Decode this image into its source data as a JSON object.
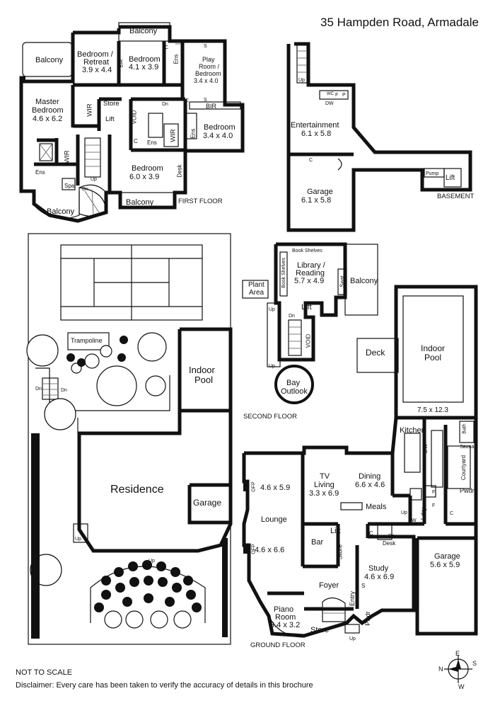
{
  "header": {
    "address": "35 Hampden Road, Armadale"
  },
  "floors": {
    "first": "FIRST FLOOR",
    "basement": "BASEMENT",
    "second": "SECOND FLOOR",
    "ground": "GROUND FLOOR"
  },
  "first_floor_rooms": {
    "balcony_top": "Balcony",
    "balcony_left": "Balcony",
    "bedroom_retreat": "Bedroom /",
    "bedroom_retreat_2": "Retreat",
    "bedroom_retreat_size": "3.9 x 4.4",
    "bedroom_a": "Bedroom",
    "bedroom_a_size": "4.1 x 3.9",
    "play_room": "Play",
    "play_room_2": "Room /",
    "play_room_3": "Bedroom",
    "play_room_size": "3.4 x 4.0",
    "master": "Master",
    "master_2": "Bedroom",
    "master_size": "4.6 x 6.2",
    "wir1": "WIR",
    "wir2": "WIR",
    "wir3": "WIR",
    "store": "Store",
    "lift": "Lift",
    "void": "VOID",
    "bedroom_b": "Bedroom",
    "bedroom_b_size": "3.4 x 4.0",
    "bedroom_c": "Bedroom",
    "bedroom_c_size": "6.0 x 3.9",
    "ens1": "Ens",
    "ens2": "Ens",
    "ens3": "Ens",
    "ens4": "Ens",
    "spa": "Spa",
    "desk": "Desk",
    "bir1": "BIR",
    "bir2": "BIR",
    "balcony_bottom_left": "Balcony",
    "balcony_bottom": "Balcony",
    "up": "Up",
    "dn": "Dn",
    "c": "C",
    "s": "S"
  },
  "basement_rooms": {
    "entertainment": "Entertainment",
    "entertainment_size": "6.1 x 5.8",
    "garage": "Garage",
    "garage_size": "6.1 x 5.8",
    "pump": "Pump",
    "lift": "Lift",
    "dw": "DW",
    "wc": "WC",
    "f": "F",
    "p": "P",
    "c": "C",
    "up": "Up"
  },
  "site": {
    "trampoline": "Trampoline",
    "indoor_pool": "Indoor",
    "indoor_pool_2": "Pool",
    "residence": "Residence",
    "garage": "Garage",
    "dn": "Dn",
    "up": "Up"
  },
  "second_floor_rooms": {
    "book_shelves_top": "Book Shelves",
    "book_shelves_side": "Book Shelves",
    "library": "Library /",
    "library_2": "Reading",
    "library_size": "5.7 x 4.9",
    "seat": "Seat",
    "balcony": "Balcony",
    "plant_area": "Plant",
    "plant_area_2": "Area",
    "lift": "Lift",
    "void": "VOID",
    "bay": "Bay",
    "bay_2": "Outlook",
    "up": "Up",
    "dn": "Dn"
  },
  "ground_floor_rooms": {
    "deck": "Deck",
    "indoor_pool": "Indoor",
    "indoor_pool_2": "Pool",
    "pool_size": "7.5 x 12.3",
    "kitchen": "Kitchen",
    "bath": "Bath",
    "sauna": "Sauna",
    "courtyard": "Courtyard",
    "pwdr": "Pwdr",
    "tv": "TV",
    "tv_2": "Living",
    "tv_size": "3.3 x 6.9",
    "dining": "Dining",
    "dining_size": "6.6 x 4.6",
    "meals": "Meals",
    "ofp1": "OFP",
    "lounge_size_a": "4.6 x 5.9",
    "lounge": "Lounge",
    "ofp2": "OFP",
    "lounge_size_b": "4.6 x 6.6",
    "lift": "Lift",
    "bar": "Bar",
    "store": "Store",
    "ldry": "Ldry",
    "desk": "Desk",
    "garage": "Garage",
    "garage_size": "5.6 x 5.9",
    "study": "Study",
    "study_size": "4.6 x 6.9",
    "foyer": "Foyer",
    "entry": "Entry",
    "piano": "Piano",
    "piano_2": "Room",
    "piano_size": "3.4 x 3.2",
    "store2": "Store",
    "pwdr2": "Pwdr",
    "dw": "DW",
    "up": "Up",
    "dn": "Dn",
    "c": "C",
    "s": "S",
    "f": "F",
    "w": "W"
  },
  "footer": {
    "scale": "NOT TO SCALE",
    "disclaimer": "Disclaimer: Every care has been taken to verify the accuracy of details in this brochure"
  },
  "compass": {
    "n": "N",
    "e": "E",
    "s": "S",
    "w": "W"
  }
}
